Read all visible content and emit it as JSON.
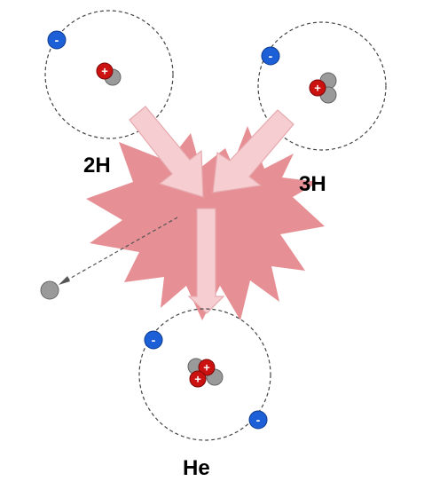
{
  "labels": {
    "deuterium": "2H",
    "tritium": "3H",
    "helium": "He"
  },
  "particle_signs": {
    "electron": "-",
    "proton": "+"
  },
  "colors": {
    "background": "#ffffff",
    "electron": "#1d5fd6",
    "proton": "#cc1111",
    "neutron": "#9a9a9a",
    "orbit": "#444444",
    "explosion": "#e68f94",
    "arrow_fill": "#f6cdd0",
    "arrow_stroke": "#e6a9ae"
  }
}
